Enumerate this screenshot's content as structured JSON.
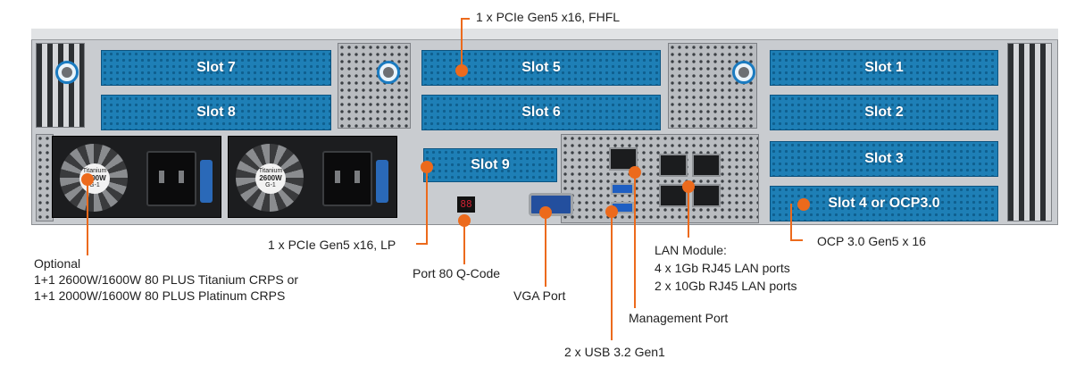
{
  "slots": {
    "slot7": "Slot 7",
    "slot8": "Slot 8",
    "slot5": "Slot 5",
    "slot6": "Slot 6",
    "slot1": "Slot 1",
    "slot2": "Slot 2",
    "slot3": "Slot 3",
    "slot4": "Slot 4 or OCP3.0",
    "slot9": "Slot 9"
  },
  "psu": {
    "brand": "Titanium",
    "watt": "2600W",
    "code": "G-1"
  },
  "q_code_display": "88",
  "callouts": {
    "pcie_fhfl": "1 x PCIe Gen5 x16, FHFL",
    "pcie_lp": "1 x PCIe Gen5 x16, LP",
    "psu_line1": "Optional",
    "psu_line2": "1+1 2600W/1600W 80 PLUS Titanium CRPS or",
    "psu_line3": "1+1 2000W/1600W 80 PLUS Platinum CRPS",
    "port80": "Port 80 Q-Code",
    "vga": "VGA Port",
    "usb": "2 x USB 3.2 Gen1",
    "mgmt": "Management Port",
    "lan_line1": "LAN Module:",
    "lan_line2": "4 x 1Gb RJ45 LAN ports",
    "lan_line3": "2 x 10Gb RJ45 LAN ports",
    "ocp": "OCP 3.0 Gen5 x 16"
  },
  "colors": {
    "accent": "#ec6a1c",
    "slot_blue": "#1e7fb6"
  }
}
